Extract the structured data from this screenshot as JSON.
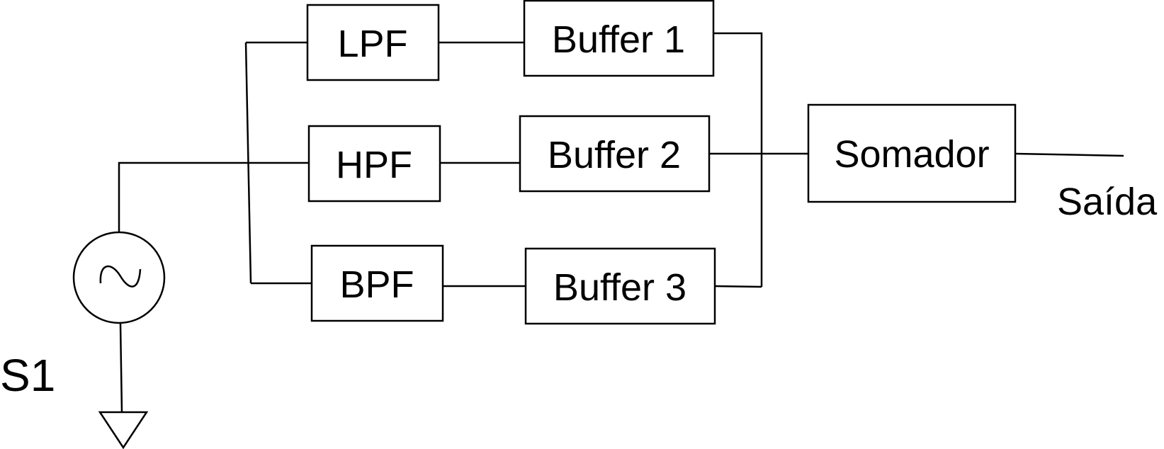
{
  "diagram": {
    "source_label": "S1",
    "output_label": "Saída",
    "filters": {
      "lpf": "LPF",
      "hpf": "HPF",
      "bpf": "BPF"
    },
    "buffers": {
      "b1": "Buffer 1",
      "b2": "Buffer 2",
      "b3": "Buffer 3"
    },
    "summer": "Somador"
  }
}
